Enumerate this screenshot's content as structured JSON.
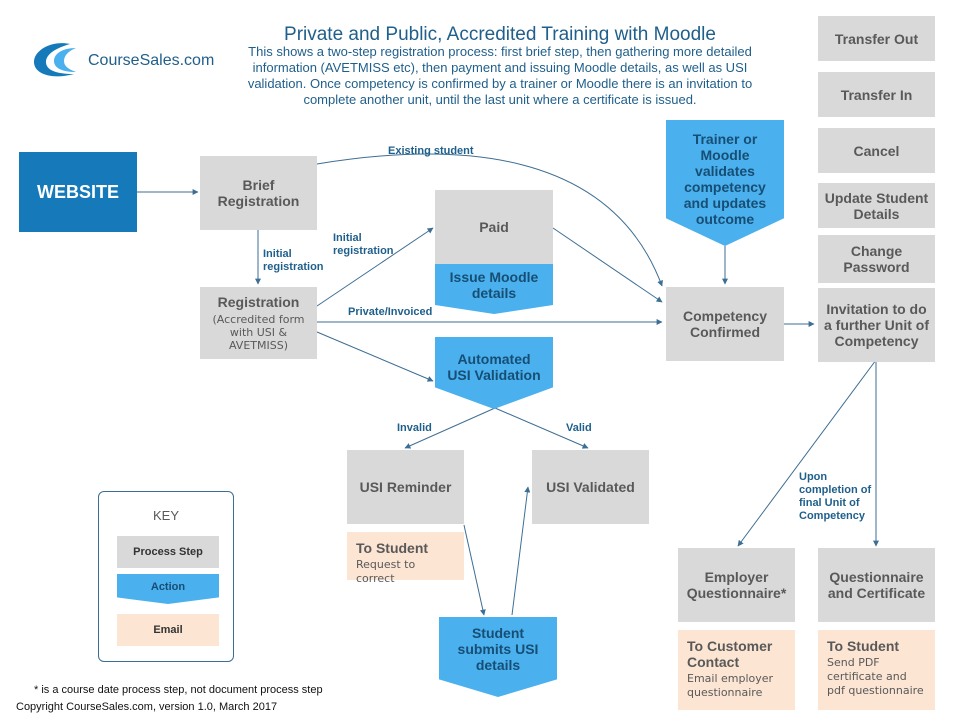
{
  "header": {
    "logo_text": "CourseSales.com",
    "title": "Private and Public, Accredited Training with Moodle",
    "description": "This shows a two-step registration process: first brief step, then gathering more detailed information (AVETMISS etc), then payment and issuing Moodle details, as well as USI validation. Once competency is confirmed by a trainer or Moodle there is an invitation to complete another unit, until the last unit where a certificate is issued."
  },
  "side_buttons": [
    "Transfer Out",
    "Transfer In",
    "Cancel",
    "Update Student Details",
    "Change Password"
  ],
  "nodes": {
    "website": "WEBSITE",
    "brief_registration": "Brief Registration",
    "registration": "Registration",
    "registration_sub": "(Accredited form with USI & AVETMISS)",
    "paid": "Paid",
    "issue_moodle": "Issue Moodle details",
    "trainer_validates": "Trainer or Moodle validates competency and updates outcome",
    "competency_confirmed": "Competency Confirmed",
    "invitation": "Invitation to do a further Unit of Competency",
    "automated_usi": "Automated USI Validation",
    "usi_reminder": "USI Reminder",
    "usi_validated": "USI Validated",
    "student_submits": "Student submits USI details",
    "employer_questionnaire": "Employer Questionnaire*",
    "questionnaire_certificate": "Questionnaire and Certificate"
  },
  "emails": {
    "reminder": {
      "heading": "To Student",
      "body": "Request to correct"
    },
    "employer": {
      "heading": "To Customer Contact",
      "body": "Email employer questionnaire"
    },
    "certificate": {
      "heading": "To Student",
      "body": "Send PDF certificate and pdf questionnaire"
    }
  },
  "edge_labels": {
    "existing_student": "Existing student",
    "initial_registration_down": "Initial registration",
    "initial_registration_up": "Initial registration",
    "private_invoiced": "Private/Invoiced",
    "invalid": "Invalid",
    "valid": "Valid",
    "final_unit": "Upon completion of final Unit of Competency"
  },
  "key": {
    "title": "KEY",
    "process_step": "Process Step",
    "action": "Action",
    "email": "Email"
  },
  "footnote": "* is a course date process step, not document process step",
  "copyright": "Copyright CourseSales.com, version 1.0, March 2017",
  "colors": {
    "process": "#d9d9d9",
    "action": "#4ab0ee",
    "email": "#fce5d3",
    "website": "#1679ba",
    "line": "#3d6e94",
    "title": "#1f5f8b"
  }
}
